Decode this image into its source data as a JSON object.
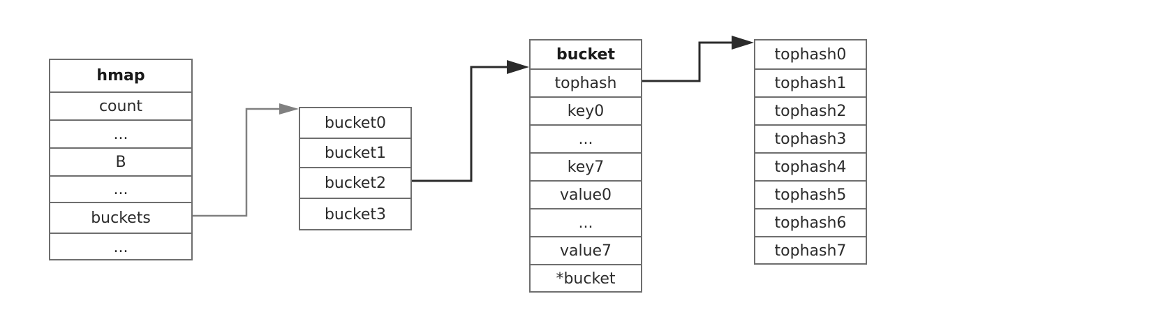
{
  "hmap": {
    "title": "hmap",
    "fields": [
      "count",
      "...",
      "B",
      "...",
      "buckets",
      "..."
    ]
  },
  "buckets_array": {
    "items": [
      "bucket0",
      "bucket1",
      "bucket2",
      "bucket3"
    ]
  },
  "bucket": {
    "title": "bucket",
    "fields": [
      "tophash",
      "key0",
      "...",
      "key7",
      "value0",
      "...",
      "value7",
      "*bucket"
    ]
  },
  "tophash_array": {
    "items": [
      "tophash0",
      "tophash1",
      "tophash2",
      "tophash3",
      "tophash4",
      "tophash5",
      "tophash6",
      "tophash7"
    ]
  },
  "colors": {
    "border": "#6e6e6e",
    "thin_arrow": "#808080",
    "thick_arrow": "#2b2b2b",
    "text": "#2b2b2b"
  }
}
